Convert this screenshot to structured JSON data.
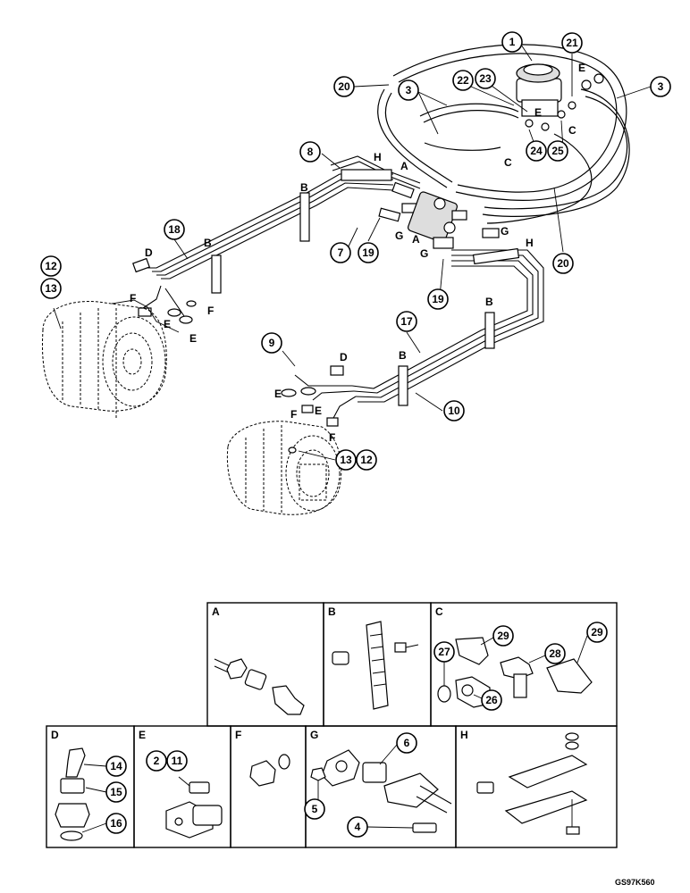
{
  "callouts": {
    "c1": "1",
    "c21": "21",
    "c20a": "20",
    "c3a": "3",
    "c22": "22",
    "c23": "23",
    "c3b": "3",
    "c24": "24",
    "c25": "25",
    "c8": "8",
    "c18": "18",
    "c7": "7",
    "c19a": "19",
    "c20b": "20",
    "c12a": "12",
    "c13a": "13",
    "c19b": "19",
    "c17": "17",
    "c9": "9",
    "c10": "10",
    "c13b": "13",
    "c12b": "12",
    "c29a": "29",
    "c28": "28",
    "c29b": "29",
    "c27": "27",
    "c26": "26",
    "c14": "14",
    "c15": "15",
    "c16": "16",
    "c2": "2",
    "c11": "11",
    "c6": "6",
    "c5": "5",
    "c4": "4"
  },
  "letters": {
    "H1": "H",
    "A1": "A",
    "B1": "B",
    "B2": "B",
    "D1": "D",
    "F1": "F",
    "F2": "F",
    "E1": "E",
    "E2": "E",
    "G1": "G",
    "G2": "G",
    "A2": "A",
    "H2": "H",
    "B3": "B",
    "B4": "B",
    "D2": "D",
    "E3": "E",
    "E4": "E",
    "F3": "F",
    "F4": "F",
    "E5": "E",
    "E6": "E",
    "C1": "C",
    "C2": "C"
  },
  "panels": {
    "A": "A",
    "B": "B",
    "C": "C",
    "D": "D",
    "E": "E",
    "F": "F",
    "G": "G",
    "H": "H"
  },
  "reference_code": "GS97K560"
}
